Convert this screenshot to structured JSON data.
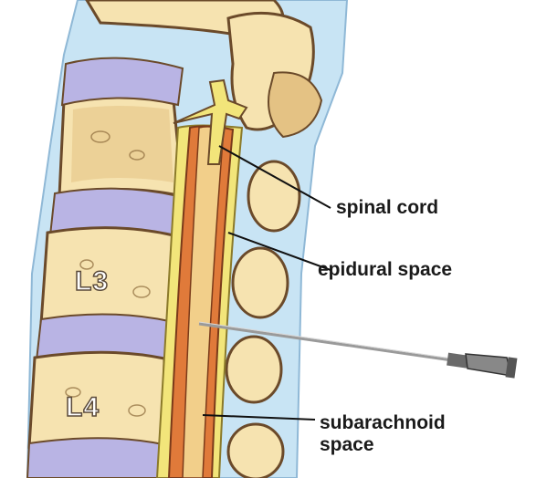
{
  "labels": {
    "spinal_cord": "spinal cord",
    "epidural_space": "epidural space",
    "subarachnoid_line1": "subarachnoid",
    "subarachnoid_line2": "space",
    "vertebra_l3": "L3",
    "vertebra_l4": "L4"
  },
  "colors": {
    "bone": "#f6e3b0",
    "bone_dark": "#e4c284",
    "disc": "#b9b4e4",
    "background_tissue": "#c8e4f4",
    "epidural_fat": "#f2e57a",
    "dura": "#e07a3a",
    "spinal_cord": "#f2cf8a",
    "needle": "#9a9a9a"
  }
}
